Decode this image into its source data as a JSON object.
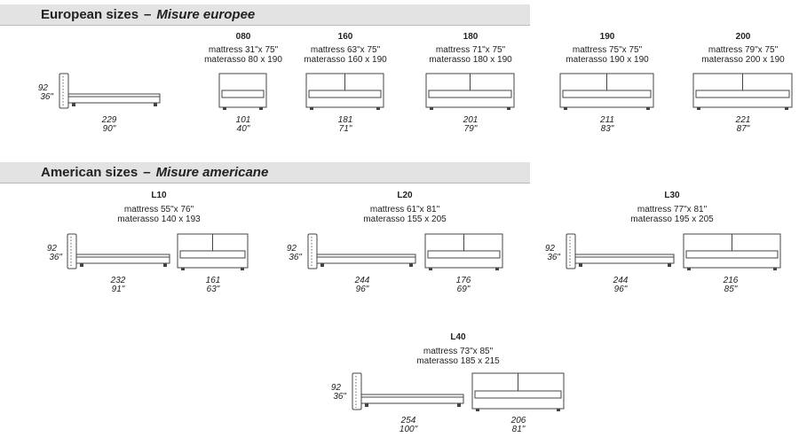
{
  "european": {
    "title_en": "European sizes",
    "sep": "–",
    "title_it": "Misure europee",
    "side": {
      "h_cm": "92",
      "h_in": "36\"",
      "len_cm": "229",
      "len_in": "90\""
    },
    "items": [
      {
        "code": "080",
        "mattress": "mattress 31\"x 75\"",
        "materasso": "materasso 80 x 190",
        "w_cm": "101",
        "w_in": "40\""
      },
      {
        "code": "160",
        "mattress": "mattress 63\"x 75\"",
        "materasso": "materasso 160 x 190",
        "w_cm": "181",
        "w_in": "71\""
      },
      {
        "code": "180",
        "mattress": "mattress 71\"x 75\"",
        "materasso": "materasso 180 x 190",
        "w_cm": "201",
        "w_in": "79\""
      },
      {
        "code": "190",
        "mattress": "mattress 75\"x 75\"",
        "materasso": "materasso 190 x 190",
        "w_cm": "211",
        "w_in": "83\""
      },
      {
        "code": "200",
        "mattress": "mattress 79\"x 75\"",
        "materasso": "materasso 200 x 190",
        "w_cm": "221",
        "w_in": "87\""
      }
    ]
  },
  "american": {
    "title_en": "American sizes",
    "sep": "–",
    "title_it": "Misure americane",
    "items": [
      {
        "code": "L10",
        "mattress": "mattress 55\"x 76\"",
        "materasso": "materasso 140 x 193",
        "h_cm": "92",
        "h_in": "36\"",
        "len_cm": "232",
        "len_in": "91\"",
        "w_cm": "161",
        "w_in": "63\""
      },
      {
        "code": "L20",
        "mattress": "mattress 61\"x 81\"",
        "materasso": "materasso 155 x 205",
        "h_cm": "92",
        "h_in": "36\"",
        "len_cm": "244",
        "len_in": "96\"",
        "w_cm": "176",
        "w_in": "69\""
      },
      {
        "code": "L30",
        "mattress": "mattress 77\"x 81\"",
        "materasso": "materasso 195 x 205",
        "h_cm": "92",
        "h_in": "36\"",
        "len_cm": "244",
        "len_in": "96\"",
        "w_cm": "216",
        "w_in": "85\""
      },
      {
        "code": "L40",
        "mattress": "mattress 73\"x 85\"",
        "materasso": "materasso 185 x 215",
        "h_cm": "92",
        "h_in": "36\"",
        "len_cm": "254",
        "len_in": "100\"",
        "w_cm": "206",
        "w_in": "81\""
      }
    ]
  }
}
